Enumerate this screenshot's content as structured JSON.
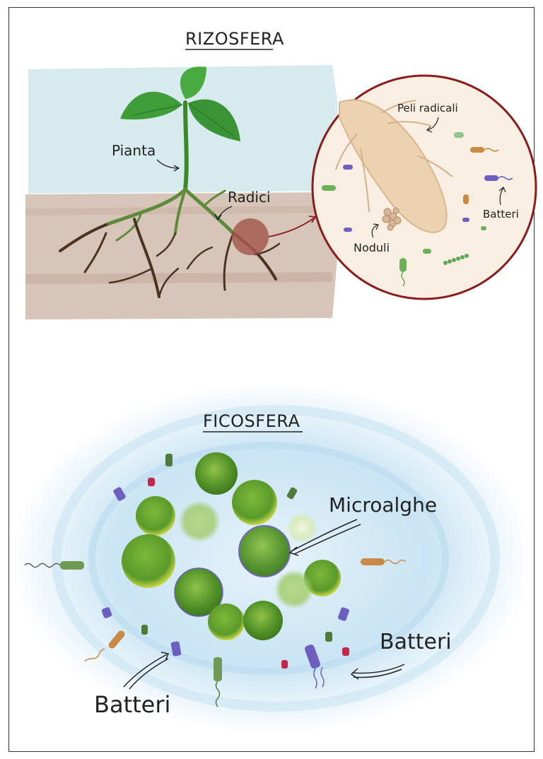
{
  "rizosfera": {
    "title": "RIZOSFERA",
    "labels": {
      "plant": "Pianta",
      "roots": "Radici",
      "root_hairs": "Peli radicali",
      "bacteria": "Batteri",
      "nodules": "Noduli"
    }
  },
  "ficosfera": {
    "title": "FICOSFERA",
    "labels": {
      "microalgae": "Microalghe",
      "bacteria_right": "Batteri",
      "bacteria_left": "Batteri"
    }
  },
  "colors": {
    "sky": "#cfe7ec",
    "soil": "#cdb4a5",
    "root": "#4a3320",
    "leaf": "#3c9a3a",
    "algae": "#5f9e2e",
    "water": "#cfe6f4",
    "circle_border": "#8a1c1c",
    "bacteria_purple": "#6c5fbf",
    "bacteria_green": "#5f9a5a",
    "bacteria_orange": "#c98a45",
    "bacteria_red": "#c0284a"
  }
}
